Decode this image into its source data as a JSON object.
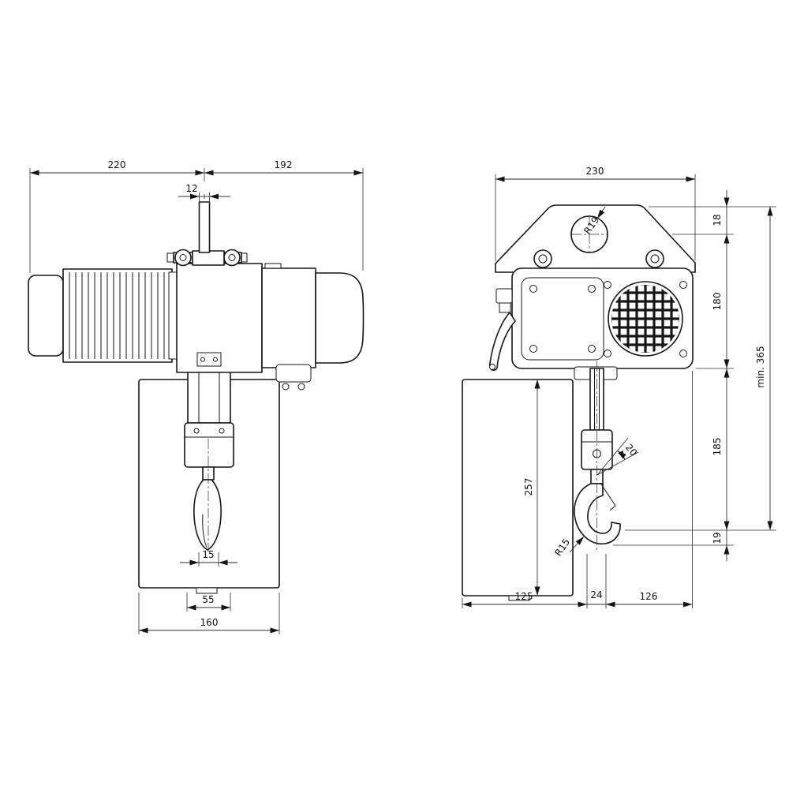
{
  "dimensions": {
    "left_view": {
      "total_width_left": "220",
      "total_width_right": "192",
      "suspension_width": "12",
      "hook_width": "15",
      "block_width": "55",
      "frame_width": "160"
    },
    "right_view": {
      "top_width": "230",
      "top_offset": "18",
      "body_height": "180",
      "min_headroom": "min. 365",
      "hook_distance": "185",
      "hook_tip_height": "19",
      "chain_box_height": "257",
      "latch_angle": "20",
      "suspension_radius": "R19",
      "hook_radius": "R15",
      "bottom_left": "125",
      "chain_offset": "24",
      "bottom_right": "126"
    }
  }
}
